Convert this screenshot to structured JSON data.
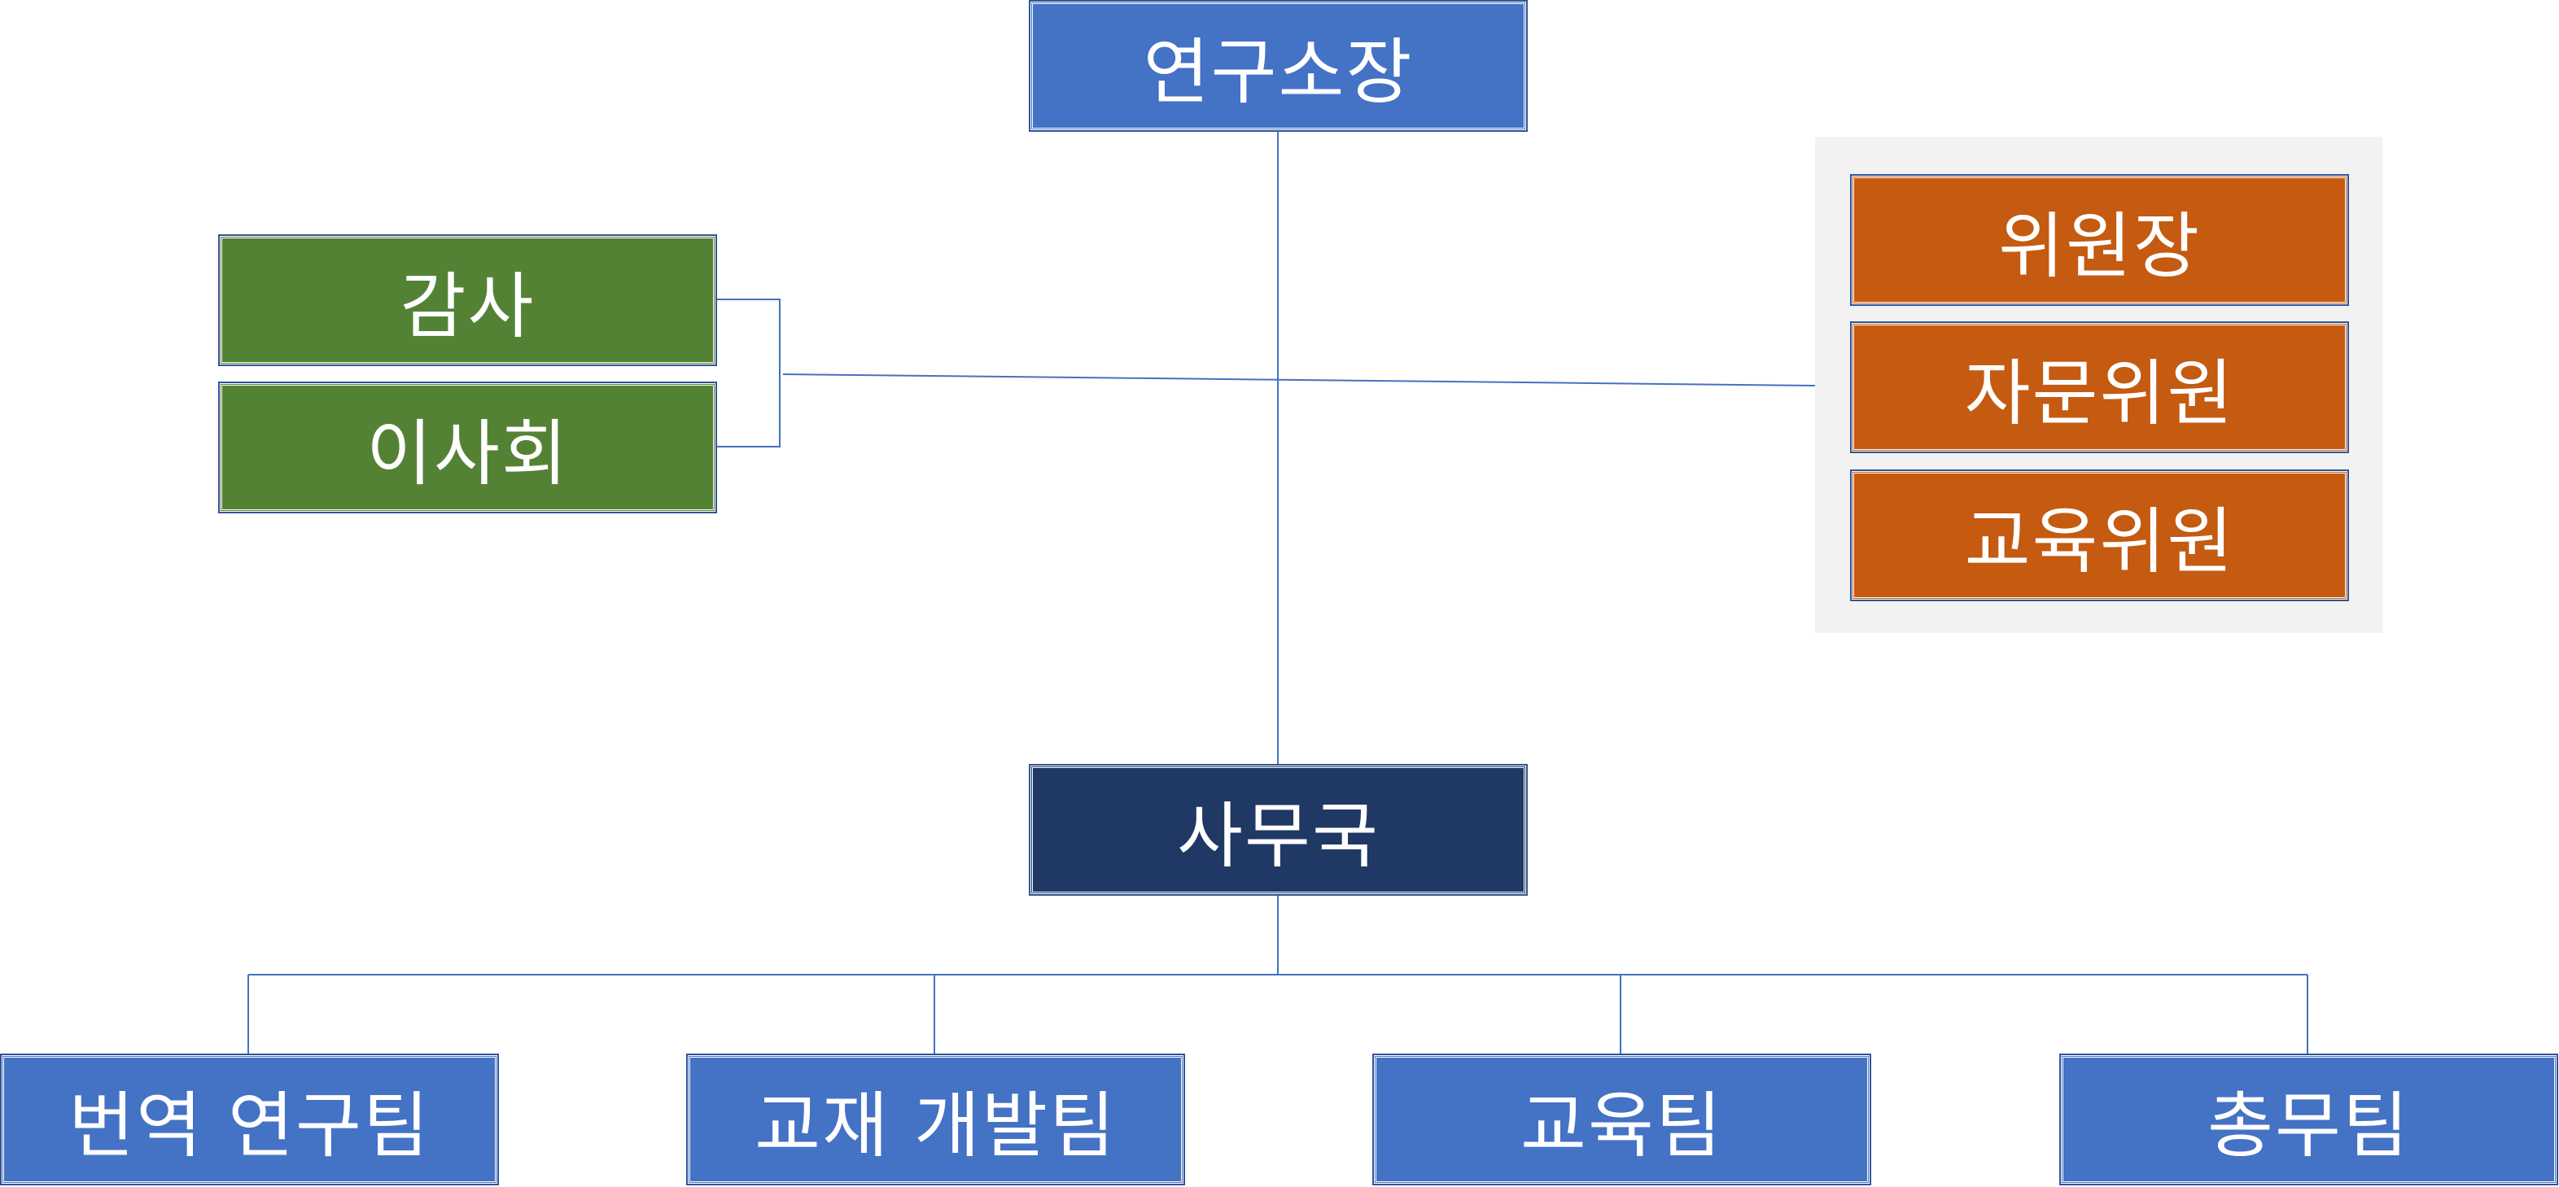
{
  "org_chart": {
    "director": "연구소장",
    "oversight": {
      "audit": "감사",
      "board": "이사회"
    },
    "committee": {
      "chair": "위원장",
      "advisor": "자문위원",
      "education_member": "교육위원"
    },
    "secretariat": "사무국",
    "teams": [
      "번역 연구팀",
      "교재 개발팀",
      "교육팀",
      "총무팀"
    ]
  },
  "colors": {
    "primary_blue": "#4472c4",
    "navy": "#203864",
    "green": "#548235",
    "orange": "#c55a11",
    "line": "#4472c4",
    "panel": "#f2f2f2"
  }
}
